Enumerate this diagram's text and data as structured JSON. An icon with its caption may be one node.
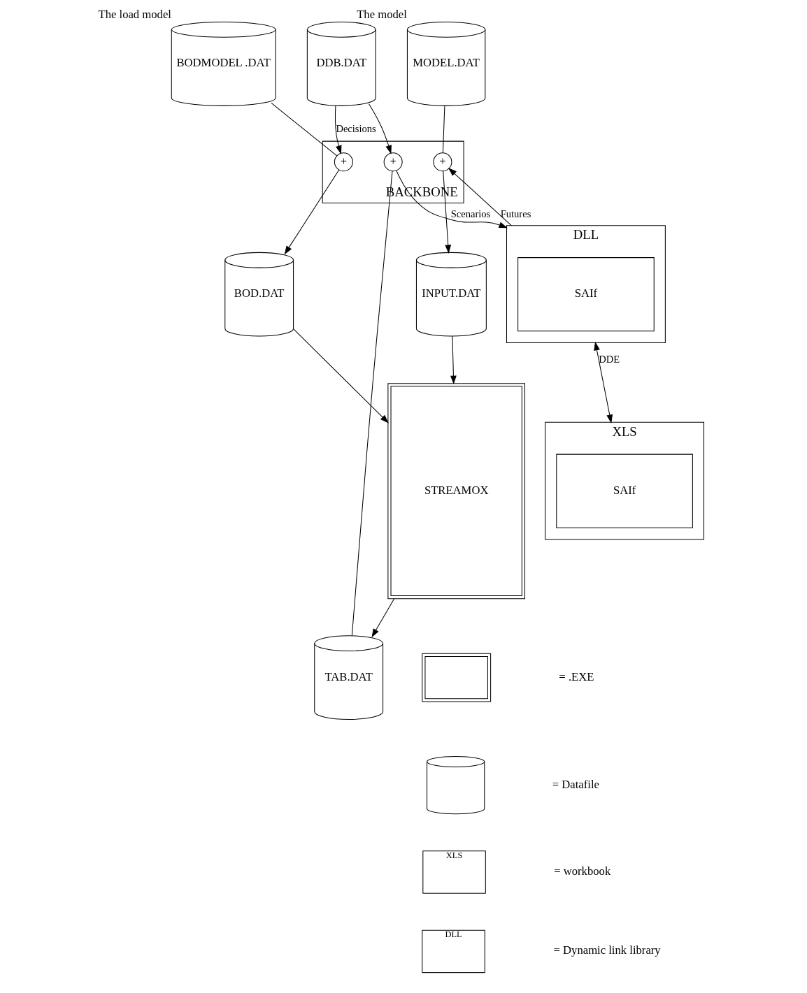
{
  "diagram": {
    "nodes": [
      {
        "text": [
          "DDB.DAT"
        ]
      },
      {
        "text": [
          "BOD.DAT"
        ]
      },
      {
        "text": [
          "INPUT.DAT"
        ]
      },
      {
        "text": [
          "TAB.DAT"
        ]
      },
      {
        "text": [
          "STREAMOX"
        ]
      },
      {
        "text": [
          "BACKBONE"
        ]
      },
      {
        "text": [
          "+"
        ],
        "in": 5
      },
      {
        "text": [
          "+"
        ],
        "in": 5
      },
      {
        "text": [
          "+"
        ],
        "in": 5
      },
      {
        "text": [
          "BODMODEL .DAT"
        ],
        "beside": [
          "The load model"
        ]
      },
      {
        "text": [
          "MODEL.DAT"
        ],
        "beside": [
          "The model"
        ]
      },
      {
        "text": [
          "DLL"
        ]
      },
      {
        "text": [
          "SAIf"
        ],
        "in": 11
      },
      {
        "text": [
          "XLS"
        ]
      },
      {
        "text": [
          "SAIf"
        ],
        "in": 13
      },
      {
        "text": [],
        "shape": "box"
      },
      {
        "text": [],
        "shape": "cylinder"
      },
      {
        "text": [
          "XLS"
        ]
      },
      {
        "text": [
          "DLL"
        ]
      }
    ],
    "edges": [
      {
        "from": 0,
        "to": 6,
        "arrow": "to",
        "label": "Decisions"
      },
      {
        "from": 0,
        "to": 8,
        "arrow": "to"
      },
      {
        "from": 9,
        "to": 6,
        "arrow": "none"
      },
      {
        "from": 6,
        "to": 1,
        "arrow": "to"
      },
      {
        "from": 10,
        "to": 7,
        "arrow": "none"
      },
      {
        "from": 7,
        "to": 2,
        "arrow": "to"
      },
      {
        "from": 1,
        "to": 4,
        "arrow": "to"
      },
      {
        "from": 2,
        "to": 4,
        "arrow": "to"
      },
      {
        "from": 4,
        "to": 3,
        "arrow": "to"
      },
      {
        "from": 3,
        "to": 8,
        "arrow": "none"
      },
      {
        "from": 8,
        "to": 11,
        "arrow": "to",
        "label": "Scenarios"
      },
      {
        "from": 11,
        "to": 7,
        "arrow": "to",
        "label": "Futures"
      },
      {
        "from": 11,
        "to": 13,
        "arrow": "both",
        "label": "DDE"
      }
    ],
    "legend": [
      {
        "text": "= .EXE"
      },
      {
        "text": "= Datafile"
      },
      {
        "text": "= workbook"
      },
      {
        "text": "= Dynamic link library"
      }
    ]
  }
}
